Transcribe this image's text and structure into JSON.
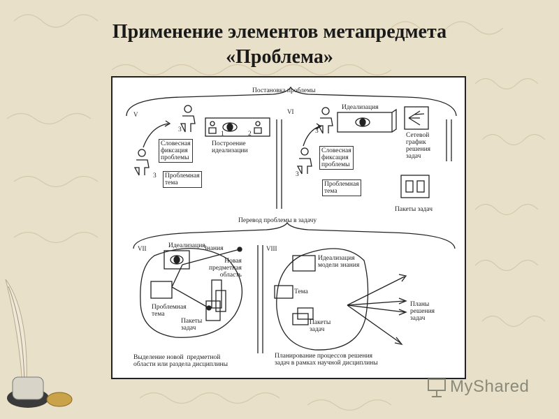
{
  "slide": {
    "title_line1": "Применение элементов метапредмета",
    "title_line2": "«Проблема»"
  },
  "diagram": {
    "top_header": "Постановка проблемы",
    "bottom_header": "Перевод проблемы в задачу",
    "sec5": {
      "numeral": "V",
      "verbal": "Словесная\nфиксация\nпроблемы",
      "topic": "Проблемная\nтема",
      "idealization": "Построение\nидеализации",
      "num3a": "3",
      "num3b": "3",
      "num1": "1",
      "num2": "2"
    },
    "sec6": {
      "numeral": "VI",
      "idealization": "Идеализация",
      "verbal": "Словесная\nфиксация\nпроблемы",
      "topic": "Проблемная\nтема",
      "network": "Сетевой\nграфик\nрешения\nзадач",
      "packages": "Пакеты задач",
      "num3a": "3",
      "num3b": "3"
    },
    "sec7": {
      "numeral": "VII",
      "idealization": "Идеализация",
      "knowledge": "Знания",
      "new_area": "Новая\nпредметная\nобласть",
      "topic": "Проблемная\nтема",
      "packages": "Пакеты\nзадач",
      "caption": "Выделение новой  предметной\nобласти или раздела дисциплины"
    },
    "sec8": {
      "numeral": "VIII",
      "model": "Идеализация\nмодели знания",
      "topic": "Тема",
      "packages": "Пакеты\nзадач",
      "plans": "Планы\nрешения\nзадач",
      "caption": "Планирование процессов решения\nзадач в рамках научной дисциплины"
    }
  },
  "watermark": {
    "brand": "MyShared"
  },
  "colors": {
    "background": "#e9e0c9",
    "panel": "#ffffff",
    "ink": "#222222"
  }
}
